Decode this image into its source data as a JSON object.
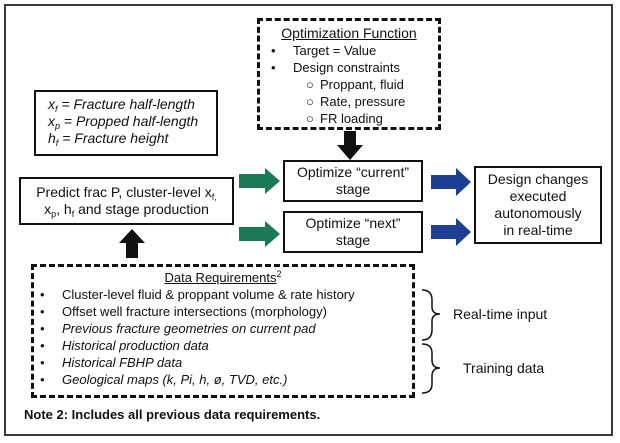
{
  "optimization": {
    "title": "Optimization Function",
    "items": [
      "Target = Value",
      "Design constraints"
    ],
    "sub_items": [
      "Proppant, fluid",
      "Rate, pressure",
      "FR loading"
    ]
  },
  "definitions": {
    "xf": "= Fracture half-length",
    "xp": "=  Propped half-length",
    "hf": "= Fracture height"
  },
  "predict": {
    "line1": "Predict frac P, cluster-level x",
    "line1_sub": "f,",
    "line2_x": "x",
    "line2_x_sub": "p",
    "line2_mid": ", h",
    "line2_h_sub": "f",
    "line2_end": " and stage production"
  },
  "optimize_current": {
    "line1": "Optimize “current”",
    "line2": "stage"
  },
  "optimize_next": {
    "line1": "Optimize “next”",
    "line2": "stage"
  },
  "design_changes": {
    "line1": "Design changes",
    "line2": "executed",
    "line3": "autonomously",
    "line4": "in real-time"
  },
  "data_requirements": {
    "title": "Data Requirements",
    "title_sup": "2",
    "items": [
      "Cluster-level fluid & proppant volume & rate history",
      "Offset well fracture intersections (morphology)",
      "Previous fracture geometries on current pad",
      "Historical production data",
      "Historical FBHP data",
      "Geological maps (k, Pi, h, ø, TVD, etc.)"
    ]
  },
  "brace_labels": {
    "realtime": "Real-time input",
    "training": "Training data"
  },
  "note": "Note 2: Includes all previous data requirements.",
  "colors": {
    "green_arrow": "#1a7a55",
    "blue_arrow": "#1c3f94",
    "black_arrow": "#111111"
  }
}
